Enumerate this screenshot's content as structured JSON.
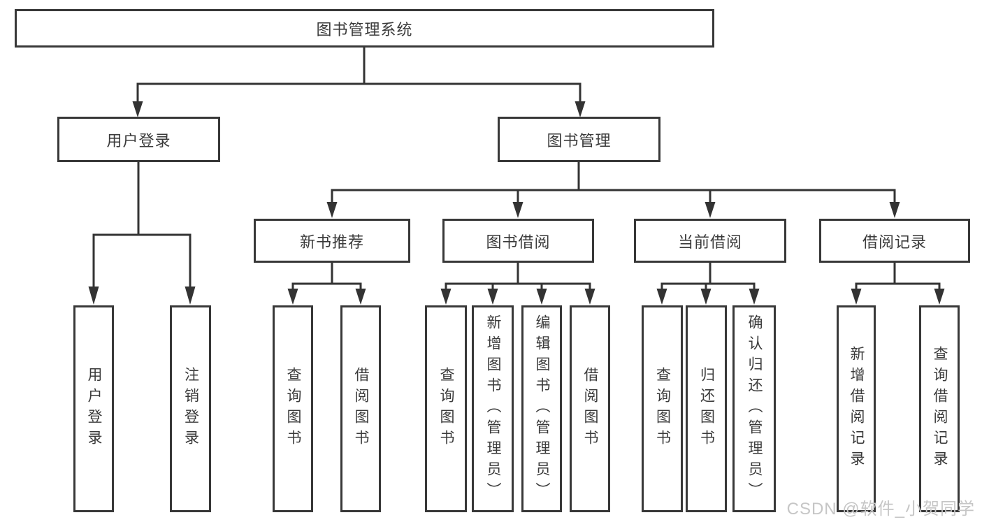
{
  "diagram": {
    "title": "图书管理系统",
    "branches": [
      {
        "label": "用户登录",
        "leaves": [
          "用户登录",
          "注销登录"
        ]
      },
      {
        "label": "图书管理",
        "groups": [
          {
            "label": "新书推荐",
            "leaves": [
              "查询图书",
              "借阅图书"
            ]
          },
          {
            "label": "图书借阅",
            "leaves": [
              "查询图书",
              "新增图书（管理员）",
              "编辑图书（管理员）",
              "借阅图书"
            ]
          },
          {
            "label": "当前借阅",
            "leaves": [
              "查询图书",
              "归还图书",
              "确认归还（管理员）"
            ]
          },
          {
            "label": "借阅记录",
            "leaves": [
              "新增借阅记录",
              "查询借阅记录"
            ]
          }
        ]
      }
    ]
  },
  "watermark": {
    "text": "CSDN @软件_小贺同学"
  },
  "colors": {
    "box_border": "#383838",
    "connector_line": "#333333",
    "text": "#3a3a3a",
    "watermark": "#c6c6c6",
    "background": "#ffffff"
  }
}
